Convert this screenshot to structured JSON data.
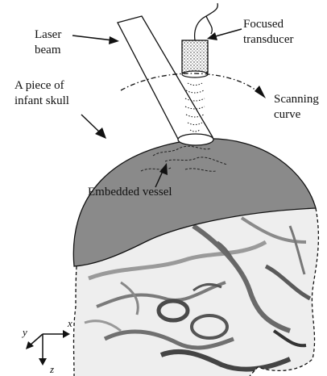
{
  "labels": {
    "laser_beam": [
      "Laser",
      "beam"
    ],
    "infant_skull": [
      "A piece of",
      "infant skull"
    ],
    "focused_transducer": [
      "Focused",
      "transducer"
    ],
    "scanning_curve": [
      "Scanning",
      "curve"
    ],
    "embedded_vessel": "Embedded vessel"
  },
  "axes": {
    "x": "x",
    "y": "y",
    "z": "z"
  },
  "colors": {
    "skull_fill": "#8a8a8a",
    "outline": "#111111",
    "vessel": "#333333",
    "xray_light": "#e8e8e8",
    "xray_dark": "#5a5a5a"
  }
}
